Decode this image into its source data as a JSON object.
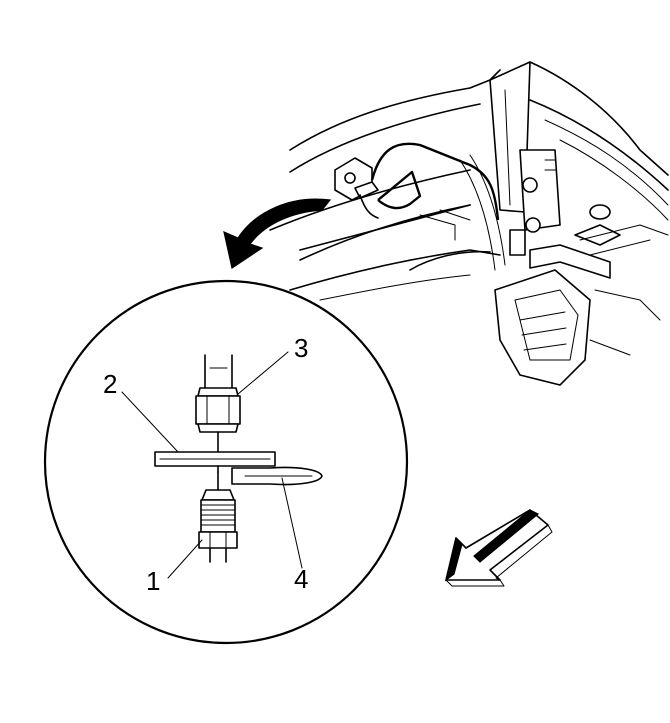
{
  "callouts": {
    "c1": "1",
    "c2": "2",
    "c3": "3",
    "c4": "4"
  },
  "icons": {
    "detail_arrow": "curved-arrow-icon",
    "direction_arrow": "front-direction-arrow-icon"
  },
  "colors": {
    "line": "#000000",
    "background": "#ffffff"
  }
}
